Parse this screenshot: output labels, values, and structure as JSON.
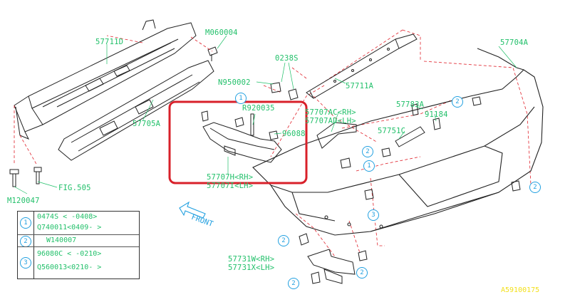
{
  "labels": {
    "p57711d": "57711D",
    "m060004": "M060004",
    "p57704a": "57704A",
    "p0238s": "0238S",
    "n950002": "N950002",
    "p57711a": "57711A",
    "p57705a": "57705A",
    "r920035": "R920035",
    "p96088": "96088",
    "p57707ac": "57707AC<RH>",
    "p57707ad": "57707AD<LH>",
    "p57783a": "57783A",
    "p91184": "91184",
    "p57751c": "57751C",
    "p57707h": "57707H<RH>",
    "p57707i": "57707I<LH>",
    "m120047": "M120047",
    "fig505": "FIG.505",
    "p57731w": "57731W<RH>",
    "p57731x": "57731X<LH>",
    "front": "FRONT",
    "ref_code": "A59100175"
  },
  "callouts": {
    "one": "1",
    "two": "2",
    "three": "3"
  },
  "legend": {
    "rows": [
      {
        "num": "1",
        "lines": [
          "0474S  <    -0408>",
          "Q740011<0409-    >"
        ]
      },
      {
        "num": "2",
        "lines": [
          "W140007"
        ]
      },
      {
        "num": "3",
        "lines": [
          "96080C  <    -0210>",
          "Q560013<0210-    >"
        ]
      }
    ]
  },
  "colors": {
    "part_label": "#22c06a",
    "callout": "#22a0e0",
    "highlight_box": "#d8202a",
    "leader_line": "#e0202a",
    "outline": "#222222",
    "ref_code": "#f3e01a"
  }
}
